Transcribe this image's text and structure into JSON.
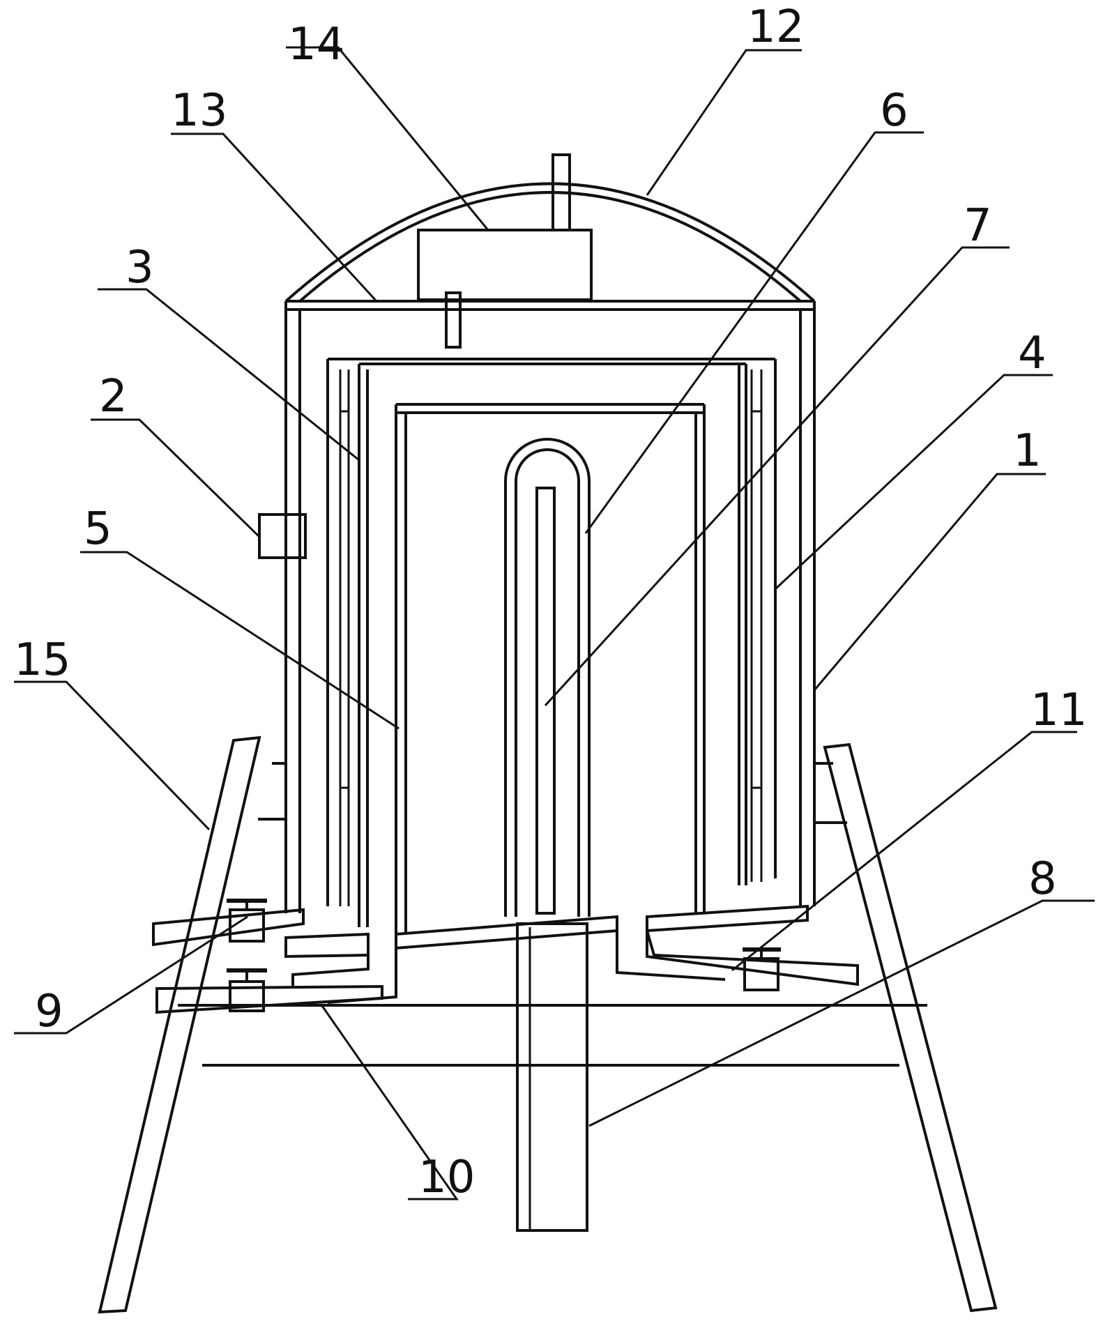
{
  "labels": {
    "l1": "1",
    "l2": "2",
    "l3": "3",
    "l4": "4",
    "l5": "5",
    "l6": "6",
    "l7": "7",
    "l8": "8",
    "l9": "9",
    "l10": "10",
    "l11": "11",
    "l12": "12",
    "l13": "13",
    "l14": "14",
    "l15": "15"
  },
  "colors": {
    "ink": "#111111",
    "background": "#ffffff"
  }
}
